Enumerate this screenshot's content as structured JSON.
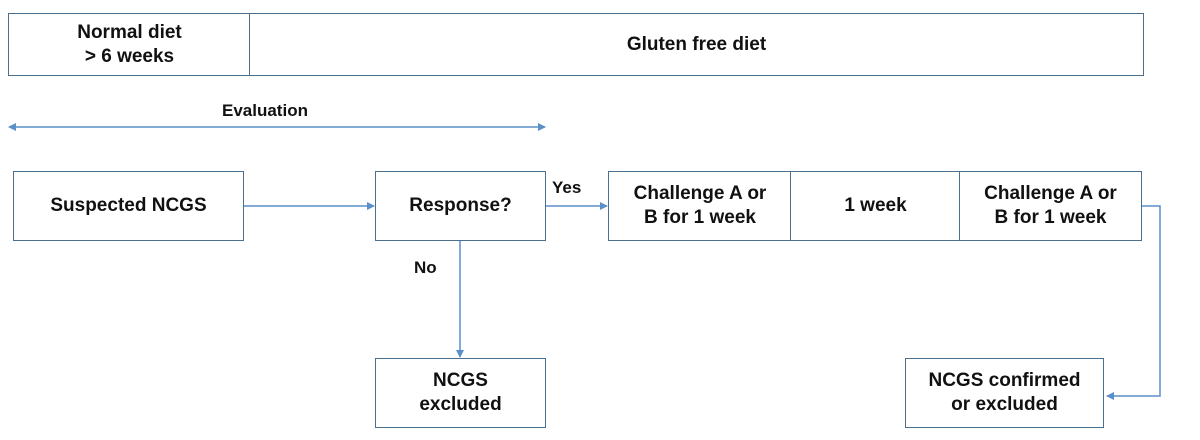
{
  "diet_bar": {
    "normal_diet": [
      "Normal diet",
      "> 6 weeks"
    ],
    "gluten_free_diet": "Gluten free diet"
  },
  "evaluation": {
    "label": "Evaluation"
  },
  "flow": {
    "suspected": "Suspected NCGS",
    "response": "Response?",
    "yes_label": "Yes",
    "no_label": "No",
    "challenge_1": [
      "Challenge A or",
      "B for 1 week"
    ],
    "washout": "1 week",
    "challenge_2": [
      "Challenge A or",
      "B for 1 week"
    ],
    "excluded": [
      "NCGS",
      "excluded"
    ],
    "outcome": [
      "NCGS confirmed",
      "or excluded"
    ]
  },
  "colors": {
    "border": "#4a6f8f",
    "arrow": "#5b8fc7",
    "text": "#111111"
  }
}
